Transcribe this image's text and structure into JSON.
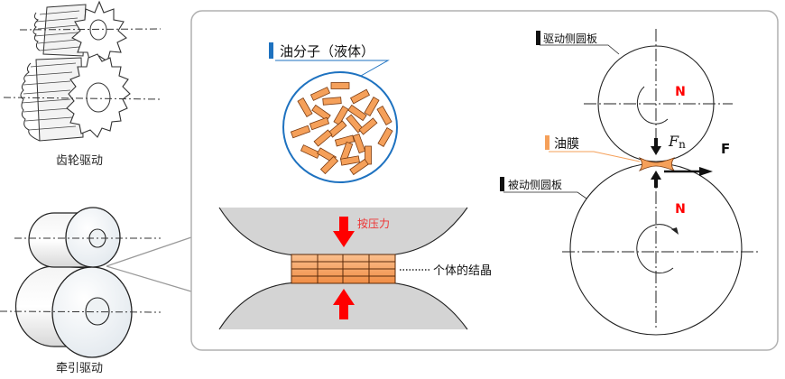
{
  "left_panel": {
    "gear_caption": "齿轮驱动",
    "roller_caption": "牵引驱动"
  },
  "middle_panel": {
    "oil_molecule_label": "油分子（液体）",
    "pressure_label": "按压力",
    "crystal_label": "个体的结晶"
  },
  "right_panel": {
    "driving_disc_label": "驱动侧圆板",
    "driven_disc_label": "被动侧圆板",
    "oil_film_label": "油膜",
    "normal_force_symbol": "F",
    "normal_force_subscript": "n",
    "traction_force_label": "F",
    "top_disc_rotation_label": "N",
    "bottom_disc_rotation_label": "N"
  },
  "colors": {
    "oil_orange": "#f5a05a",
    "oil_orange_dark": "#7a3a10",
    "label_blue": "#1e72c0",
    "pressure_red": "#ff0000",
    "contact_gray": "#d4d4d4",
    "panel_border": "#b0b0b0"
  }
}
